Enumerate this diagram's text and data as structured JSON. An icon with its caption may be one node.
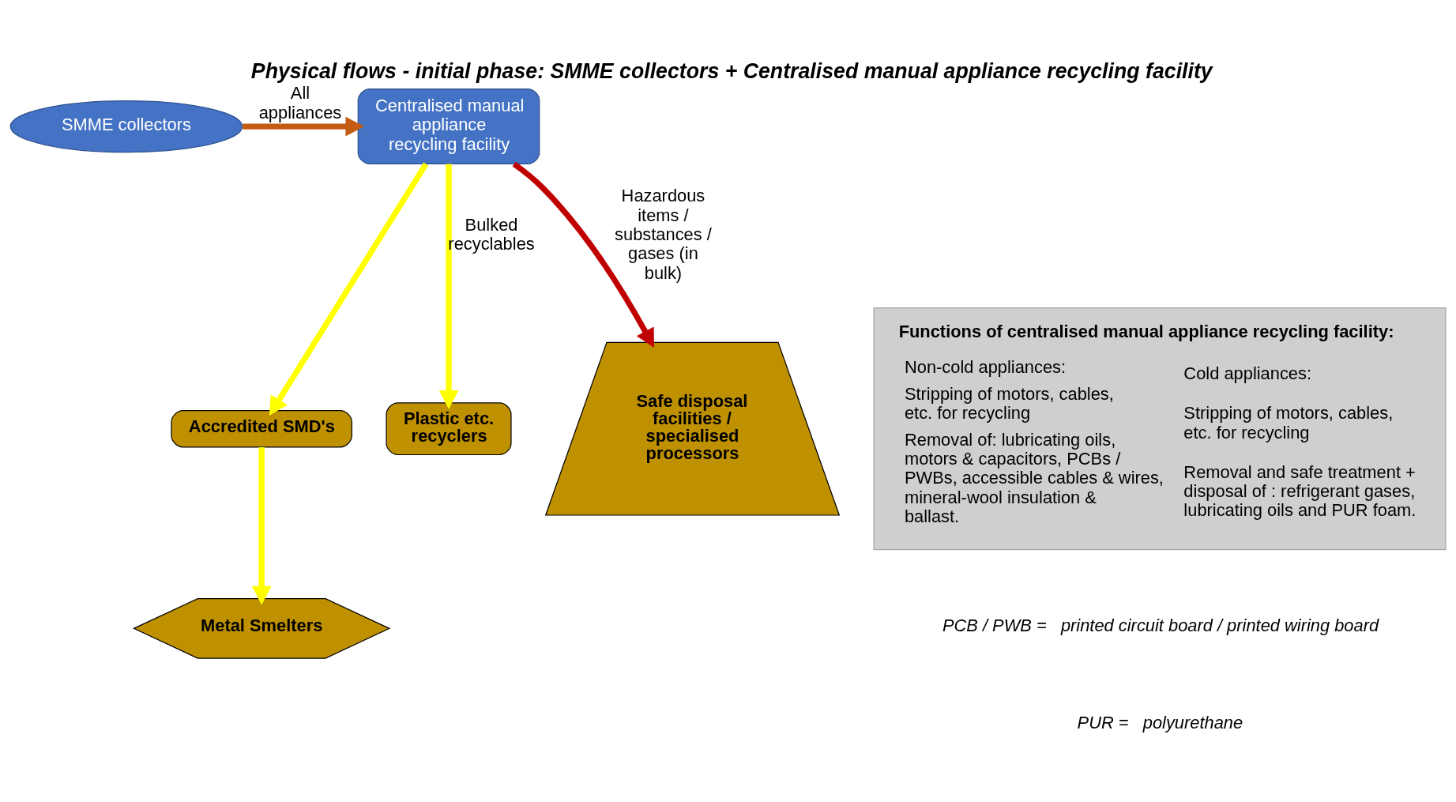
{
  "diagram": {
    "title": "Physical flows - initial phase: SMME collectors + Centralised manual appliance recycling facility",
    "nodes": [
      {
        "text": [
          "SMME collectors"
        ]
      },
      {
        "text": [
          "Centralised manual appliance recycling facility"
        ]
      },
      {
        "text": [
          "Functions of centralised manual appliance recycling facility:",
          "Non-cold appliances:",
          "Stripping of motors, cables, etc. for recycling",
          "Removal of: lubricating oils, motors & capacitors, PCBs / PWBs, accessible cables & wires, mineral-wool insulation & ballast.",
          "Cold appliances:",
          "Stripping of motors, cables, etc. for recycling",
          "Removal and safe treatment + disposal of : refrigerant gases, lubricating oils and PUR foam."
        ]
      },
      {
        "text": [
          "Accredited SMD's"
        ]
      },
      {
        "text": [
          "Metal Smelters"
        ]
      },
      {
        "text": [
          "Plastic etc. recyclers"
        ]
      },
      {
        "text": [
          "Safe disposal facilities / specialised processors"
        ]
      }
    ],
    "edges": [
      {
        "from": 0,
        "to": 1,
        "arrow": "to",
        "label": "All appliances",
        "color": "#c55a11"
      },
      {
        "from": 1,
        "to": 3,
        "arrow": "to"
      },
      {
        "from": 1,
        "to": 5,
        "arrow": "to",
        "label": "Bulked recyclables"
      },
      {
        "from": 3,
        "to": 4,
        "arrow": "to"
      },
      {
        "from": 1,
        "to": 6,
        "arrow": "to",
        "label": "Hazardous items / substances / gases (in bulk)",
        "color": "#c00000"
      }
    ],
    "labels": [
      "PCB / PWB =   printed circuit board / printed wiring board",
      "PUR =   polyurethane"
    ]
  }
}
